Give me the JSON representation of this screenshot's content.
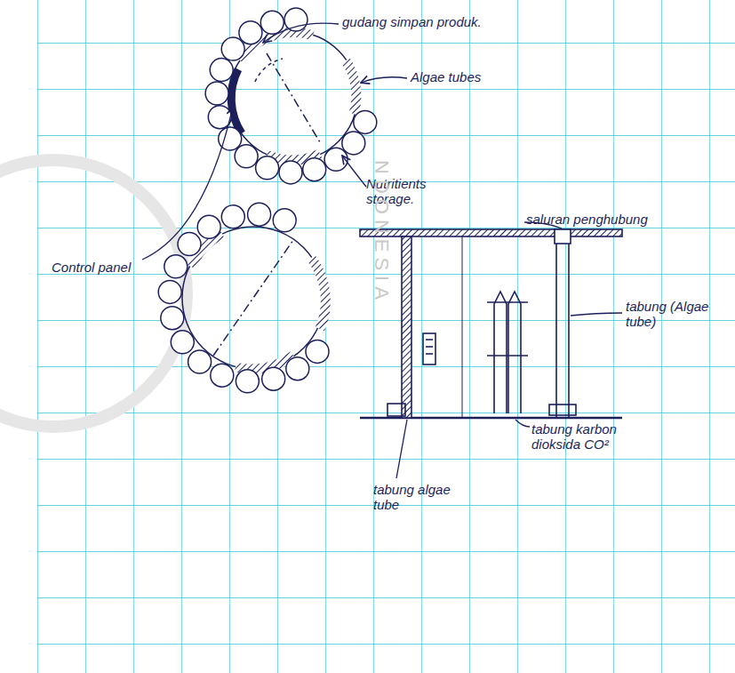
{
  "diagram": {
    "labels": [
      "gudang simpan produk.",
      "Algae tubes",
      "Control panel",
      "Nutritients storage.",
      "saluran penghubung",
      "tabung (Algae tube)",
      "tabung karbon dioksida CO²",
      "tabung algae tube",
      "NDONESIA"
    ]
  }
}
